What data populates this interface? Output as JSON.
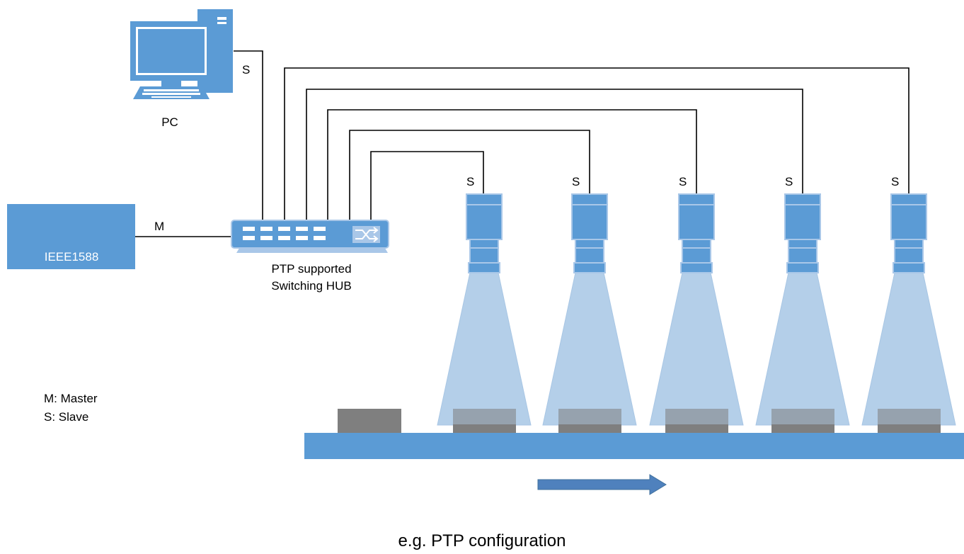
{
  "pc": {
    "label": "PC",
    "role": "S",
    "icon": "desktop-computer-icon"
  },
  "grandmaster": {
    "label": "IEEE1588",
    "role": "M"
  },
  "hub": {
    "label_line1": "PTP supported",
    "label_line2": "Switching HUB",
    "icon": "network-switch-icon"
  },
  "cameras": [
    {
      "role": "S"
    },
    {
      "role": "S"
    },
    {
      "role": "S"
    },
    {
      "role": "S"
    },
    {
      "role": "S"
    }
  ],
  "legend": {
    "master": "M: Master",
    "slave": "S: Slave"
  },
  "conveyor": {
    "direction": "right"
  },
  "caption": "e.g. PTP configuration",
  "colors": {
    "device_blue": "#5b9bd5",
    "device_outline": "#a9c7e8",
    "light_cone": "#b4cfe9",
    "workpiece": "#7f7f7f",
    "arrow": "#4f81bd",
    "cable": "#000000"
  }
}
